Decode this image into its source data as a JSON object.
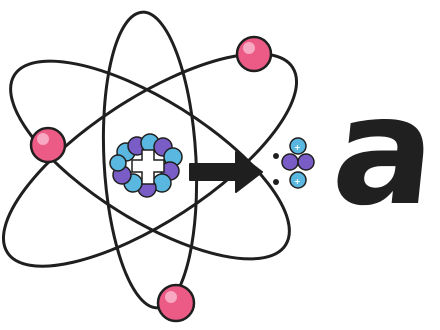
{
  "label": "a",
  "colors": {
    "ink": "#1f1f1f",
    "electron": "#ec5a86",
    "electron_highlight": "#f7a8c2",
    "proton": "#7a5cc7",
    "neutron": "#5ab8e0",
    "paper": "#ffffff"
  },
  "atom": {
    "electron_count": 3,
    "nucleus_particles": {
      "protons": 6,
      "neutrons": 6
    }
  },
  "emitted_particle": {
    "protons": 2,
    "neutrons": 2
  },
  "icons": {
    "orbit": "ellipse-orbit",
    "electron": "filled-circle",
    "arrow": "right-arrow",
    "nucleus": "particle-cluster-with-plus"
  }
}
